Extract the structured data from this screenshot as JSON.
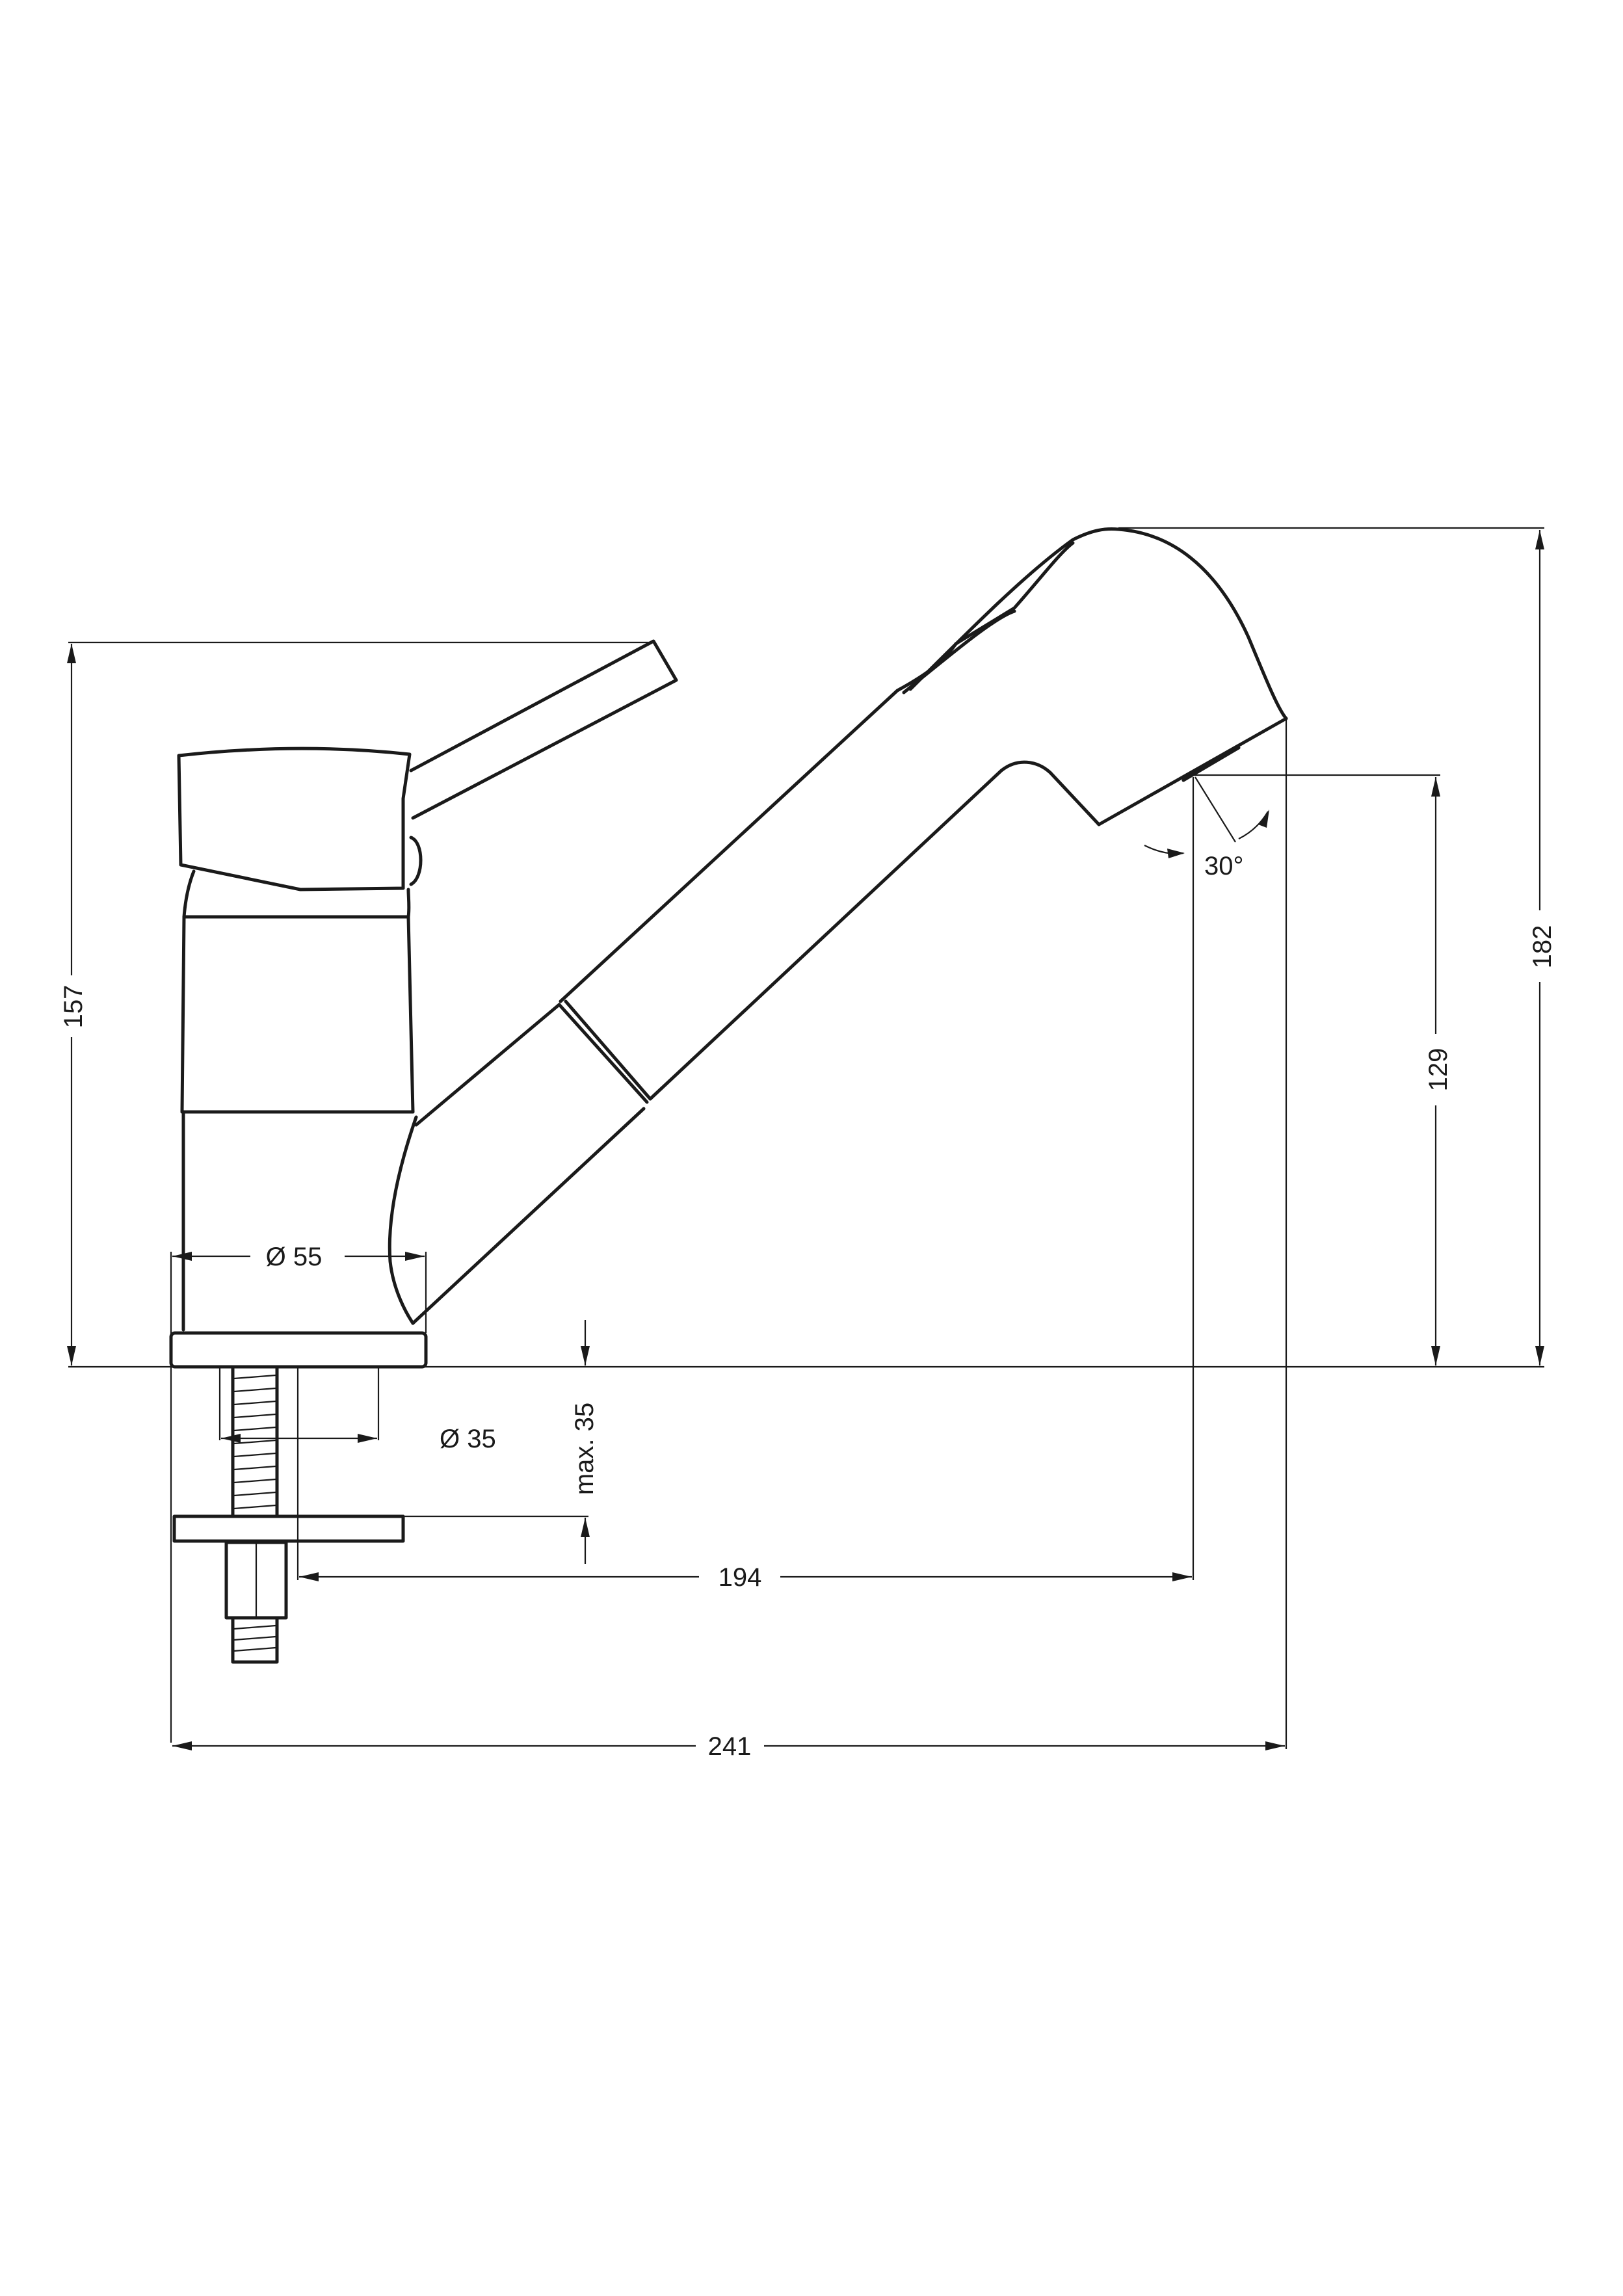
{
  "dimensions": {
    "base_height": "157",
    "total_height": "182",
    "spout_height": "129",
    "spray_angle": "30°",
    "body_diameter": "Ø 55",
    "shank_diameter": "Ø 35",
    "max_counter_thickness": "max. 35",
    "spout_reach": "194",
    "total_length": "241"
  }
}
